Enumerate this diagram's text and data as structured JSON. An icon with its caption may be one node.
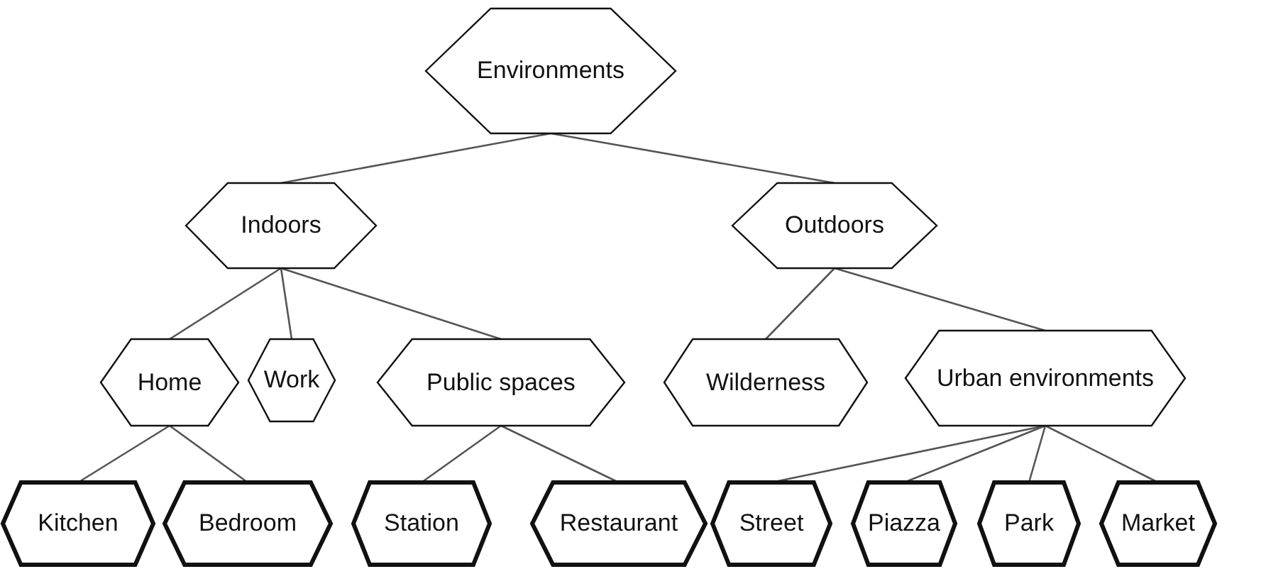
{
  "diagram": {
    "nodes": [
      {
        "text": [
          "Environments"
        ]
      },
      {
        "text": [
          "Indoors"
        ]
      },
      {
        "text": [
          "Outdoors"
        ]
      },
      {
        "text": [
          "Home"
        ]
      },
      {
        "text": [
          "Work"
        ]
      },
      {
        "text": [
          "Public spaces"
        ]
      },
      {
        "text": [
          "Wilderness"
        ]
      },
      {
        "text": [
          "Urban environments"
        ]
      },
      {
        "text": [
          "Kitchen"
        ]
      },
      {
        "text": [
          "Bedroom"
        ]
      },
      {
        "text": [
          "Station"
        ]
      },
      {
        "text": [
          "Restaurant"
        ]
      },
      {
        "text": [
          "Street"
        ]
      },
      {
        "text": [
          "Piazza"
        ]
      },
      {
        "text": [
          "Park"
        ]
      },
      {
        "text": [
          "Market"
        ]
      }
    ],
    "edges": [
      {
        "from": 0,
        "to": 1,
        "arrow": "none"
      },
      {
        "from": 0,
        "to": 2,
        "arrow": "none"
      },
      {
        "from": 1,
        "to": 3,
        "arrow": "none"
      },
      {
        "from": 1,
        "to": 4,
        "arrow": "none"
      },
      {
        "from": 1,
        "to": 5,
        "arrow": "none"
      },
      {
        "from": 2,
        "to": 6,
        "arrow": "none"
      },
      {
        "from": 2,
        "to": 7,
        "arrow": "none"
      },
      {
        "from": 3,
        "to": 8,
        "arrow": "none"
      },
      {
        "from": 3,
        "to": 9,
        "arrow": "none"
      },
      {
        "from": 5,
        "to": 10,
        "arrow": "none"
      },
      {
        "from": 5,
        "to": 11,
        "arrow": "none"
      },
      {
        "from": 7,
        "to": 12,
        "arrow": "none"
      },
      {
        "from": 7,
        "to": 13,
        "arrow": "none"
      },
      {
        "from": 7,
        "to": 14,
        "arrow": "none"
      },
      {
        "from": 7,
        "to": 15,
        "arrow": "none"
      }
    ]
  }
}
